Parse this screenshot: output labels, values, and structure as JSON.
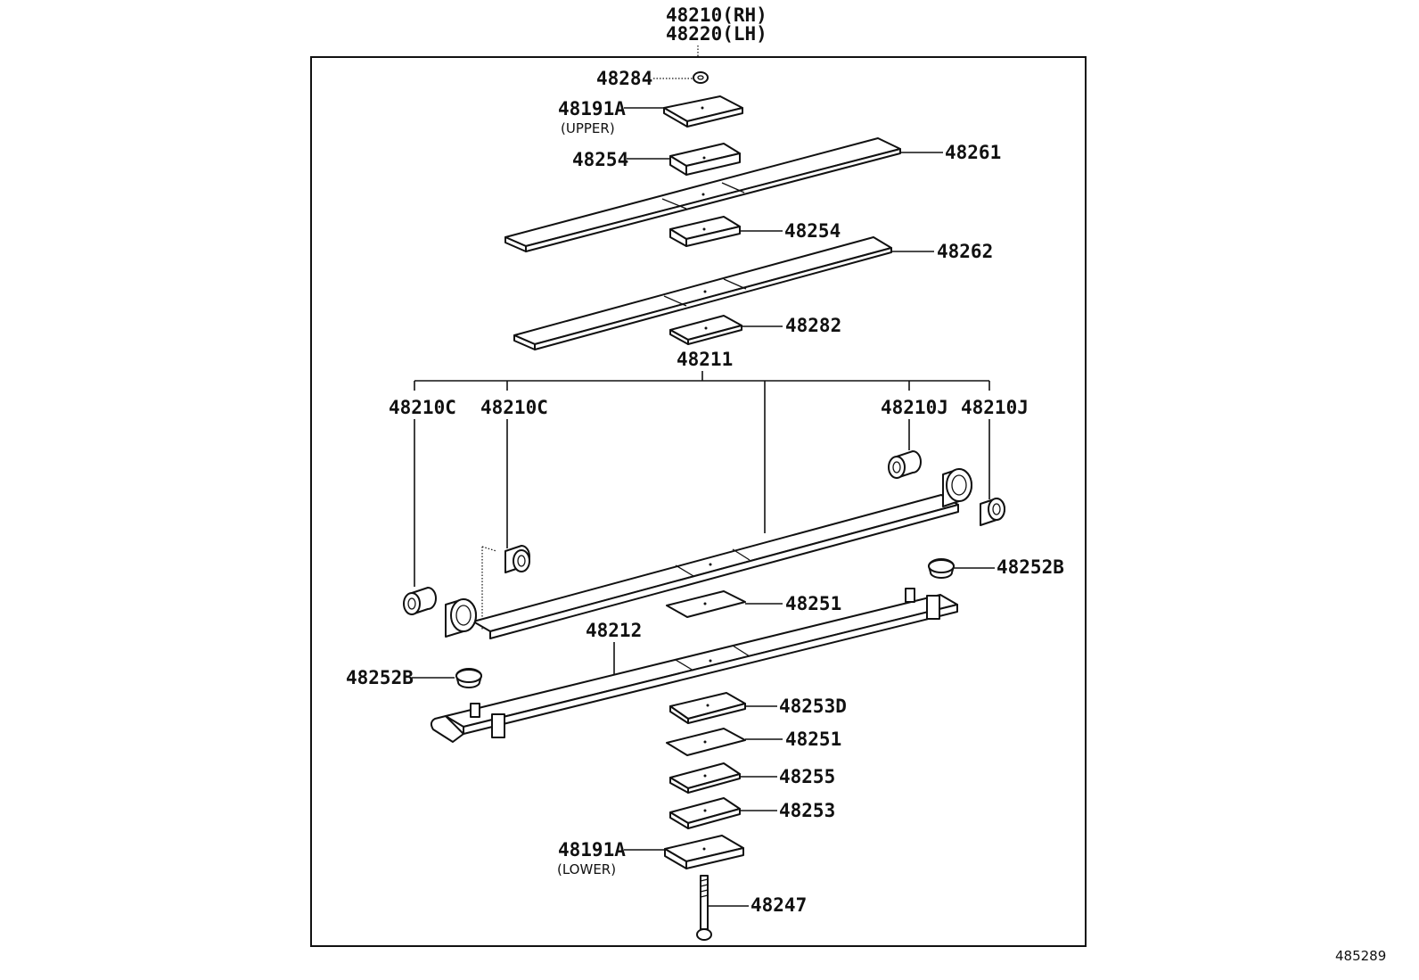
{
  "header": {
    "part_rh": "48210(RH)",
    "part_lh": "48220(LH)"
  },
  "labels": {
    "p48284": "48284",
    "p48191a_upper": "48191A",
    "upper_note": "(UPPER)",
    "p48254_top": "48254",
    "p48261": "48261",
    "p48254_mid": "48254",
    "p48262": "48262",
    "p48282": "48282",
    "p48211": "48211",
    "p48210c_1": "48210C",
    "p48210c_2": "48210C",
    "p48210j_1": "48210J",
    "p48210j_2": "48210J",
    "p48252b_right": "48252B",
    "p48251_top": "48251",
    "p48212": "48212",
    "p48252b_left": "48252B",
    "p48253d": "48253D",
    "p48251_bottom": "48251",
    "p48255": "48255",
    "p48253": "48253",
    "p48191a_lower": "48191A",
    "lower_note": "(LOWER)",
    "p48247": "48247"
  },
  "figure_id": "485289"
}
